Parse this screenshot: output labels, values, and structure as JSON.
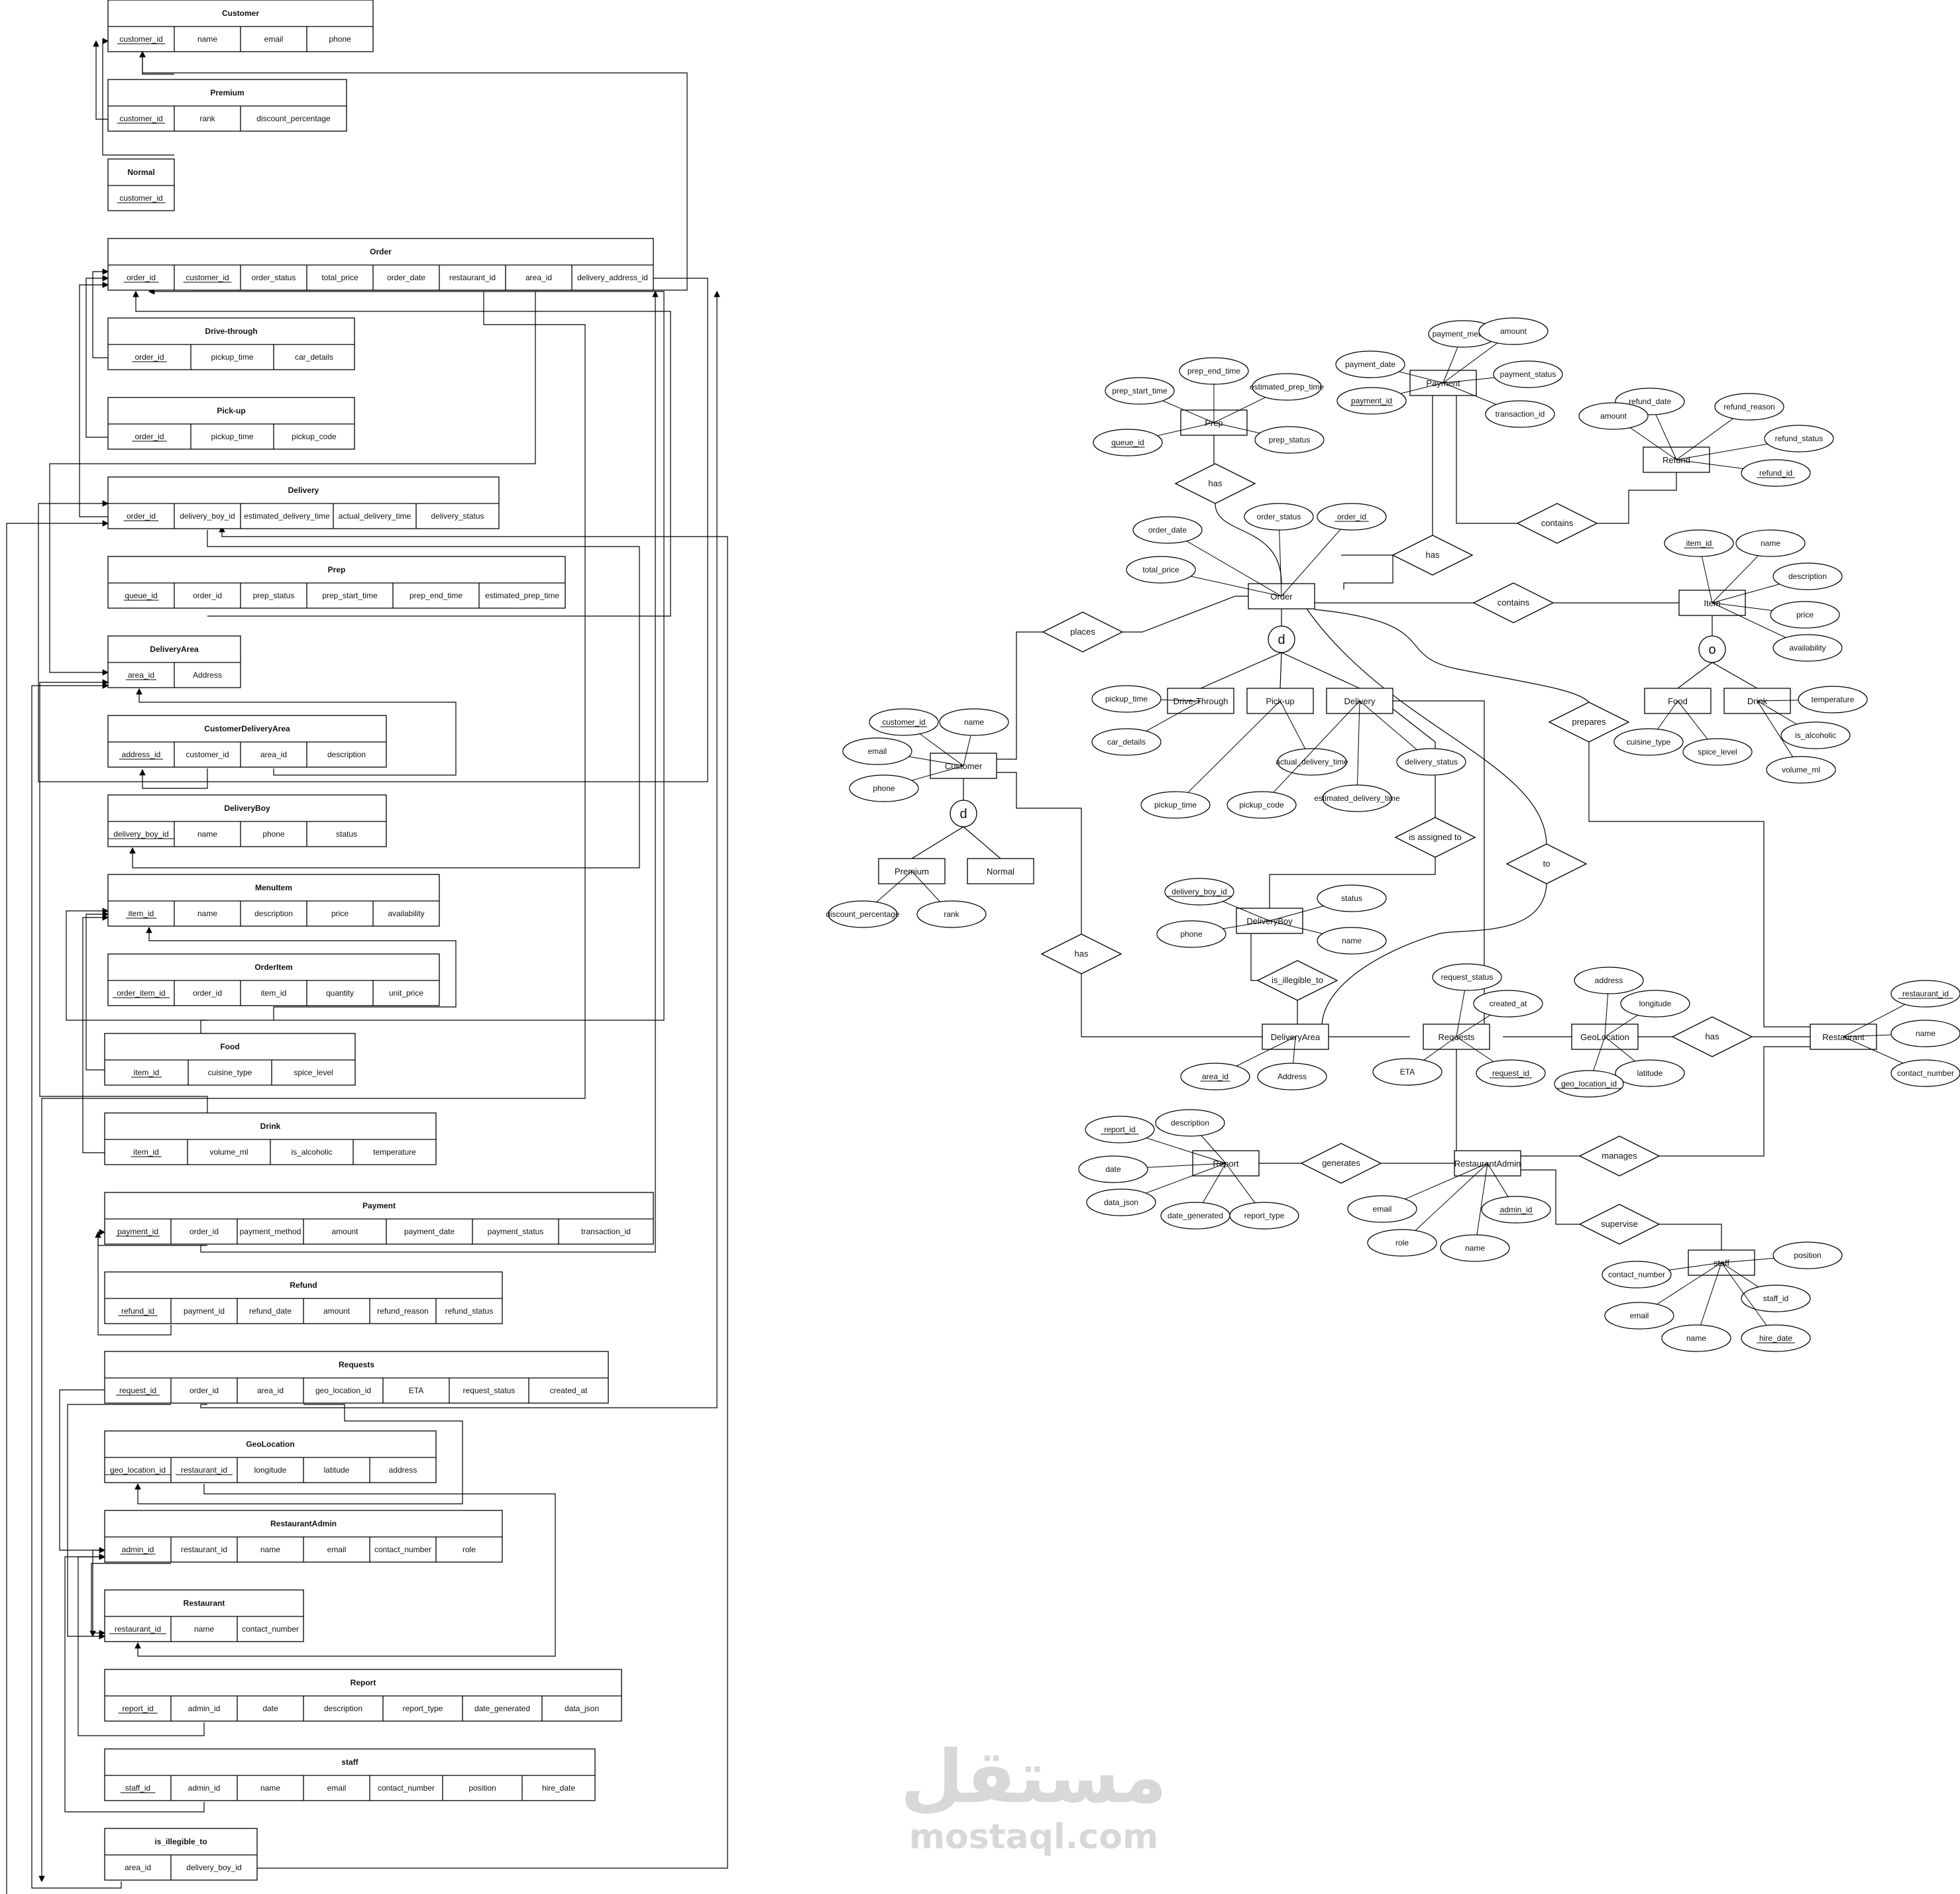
{
  "relational_tables": [
    {
      "name": "Customer",
      "columns": [
        {
          "label": "customer_id",
          "pk": true
        },
        {
          "label": "name"
        },
        {
          "label": "email"
        },
        {
          "label": "phone"
        }
      ]
    },
    {
      "name": "Premium",
      "columns": [
        {
          "label": "customer_id",
          "pk": true
        },
        {
          "label": "rank"
        },
        {
          "label": "discount_percentage"
        }
      ]
    },
    {
      "name": "Normal",
      "columns": [
        {
          "label": "customer_id",
          "pk": true
        }
      ]
    },
    {
      "name": "Order",
      "columns": [
        {
          "label": "order_id",
          "pk": true
        },
        {
          "label": "customer_id",
          "pk": true
        },
        {
          "label": "order_status"
        },
        {
          "label": "total_price"
        },
        {
          "label": "order_date"
        },
        {
          "label": "restaurant_id"
        },
        {
          "label": "area_id"
        },
        {
          "label": "delivery_address_id"
        }
      ]
    },
    {
      "name": "Drive-through",
      "columns": [
        {
          "label": "order_id",
          "pk": true
        },
        {
          "label": "pickup_time"
        },
        {
          "label": "car_details"
        }
      ]
    },
    {
      "name": "Pick-up",
      "columns": [
        {
          "label": "order_id",
          "pk": true
        },
        {
          "label": "pickup_time"
        },
        {
          "label": "pickup_code"
        }
      ]
    },
    {
      "name": "Delivery",
      "columns": [
        {
          "label": "order_id",
          "pk": true
        },
        {
          "label": "delivery_boy_id"
        },
        {
          "label": "estimated_delivery_time"
        },
        {
          "label": "actual_delivery_time"
        },
        {
          "label": "delivery_status"
        }
      ]
    },
    {
      "name": "Prep",
      "columns": [
        {
          "label": "queue_id",
          "pk": true
        },
        {
          "label": "order_id"
        },
        {
          "label": "prep_status"
        },
        {
          "label": "prep_start_time"
        },
        {
          "label": "prep_end_time"
        },
        {
          "label": "estimated_prep_time"
        }
      ]
    },
    {
      "name": "DeliveryArea",
      "columns": [
        {
          "label": "area_id",
          "pk": true
        },
        {
          "label": "Address"
        }
      ]
    },
    {
      "name": "CustomerDeliveryArea",
      "columns": [
        {
          "label": "address_id",
          "pk": true
        },
        {
          "label": "customer_id"
        },
        {
          "label": "area_id"
        },
        {
          "label": "description"
        }
      ]
    },
    {
      "name": "DeliveryBoy",
      "columns": [
        {
          "label": "delivery_boy_id",
          "pk": true
        },
        {
          "label": "name"
        },
        {
          "label": "phone"
        },
        {
          "label": "status"
        }
      ]
    },
    {
      "name": "MenuItem",
      "columns": [
        {
          "label": "item_id",
          "pk": true
        },
        {
          "label": "name"
        },
        {
          "label": "description"
        },
        {
          "label": "price"
        },
        {
          "label": "availability"
        }
      ]
    },
    {
      "name": "OrderItem",
      "columns": [
        {
          "label": "order_item_id",
          "pk": true
        },
        {
          "label": "order_id"
        },
        {
          "label": "item_id"
        },
        {
          "label": "quantity"
        },
        {
          "label": "unit_price"
        }
      ]
    },
    {
      "name": "Food",
      "columns": [
        {
          "label": "item_id",
          "pk": true
        },
        {
          "label": "cuisine_type"
        },
        {
          "label": "spice_level"
        }
      ]
    },
    {
      "name": "Drink",
      "columns": [
        {
          "label": "item_id",
          "pk": true
        },
        {
          "label": "volume_ml"
        },
        {
          "label": "is_alcoholic"
        },
        {
          "label": "temperature"
        }
      ]
    },
    {
      "name": "Payment",
      "columns": [
        {
          "label": "payment_id",
          "pk": true
        },
        {
          "label": "order_id"
        },
        {
          "label": "payment_method"
        },
        {
          "label": "amount"
        },
        {
          "label": "payment_date"
        },
        {
          "label": "payment_status"
        },
        {
          "label": "transaction_id"
        }
      ]
    },
    {
      "name": "Refund",
      "columns": [
        {
          "label": "refund_id",
          "pk": true
        },
        {
          "label": "payment_id"
        },
        {
          "label": "refund_date"
        },
        {
          "label": "amount"
        },
        {
          "label": "refund_reason"
        },
        {
          "label": "refund_status"
        }
      ]
    },
    {
      "name": "Requests",
      "columns": [
        {
          "label": "request_id",
          "pk": true
        },
        {
          "label": "order_id"
        },
        {
          "label": "area_id"
        },
        {
          "label": "geo_location_id"
        },
        {
          "label": "ETA"
        },
        {
          "label": "request_status"
        },
        {
          "label": "created_at"
        }
      ]
    },
    {
      "name": "GeoLocation",
      "columns": [
        {
          "label": "geo_location_id",
          "pk": true
        },
        {
          "label": "restaurant_id",
          "pk": true
        },
        {
          "label": "longitude"
        },
        {
          "label": "latitude"
        },
        {
          "label": "address"
        }
      ]
    },
    {
      "name": "RestaurantAdmin",
      "columns": [
        {
          "label": "admin_id",
          "pk": true
        },
        {
          "label": "restaurant_id"
        },
        {
          "label": "name"
        },
        {
          "label": "email"
        },
        {
          "label": "contact_number"
        },
        {
          "label": "role"
        }
      ]
    },
    {
      "name": "Restaurant",
      "columns": [
        {
          "label": "restaurant_id",
          "pk": true
        },
        {
          "label": "name"
        },
        {
          "label": "contact_number"
        }
      ]
    },
    {
      "name": "Report",
      "columns": [
        {
          "label": "report_id",
          "pk": true
        },
        {
          "label": "admin_id"
        },
        {
          "label": "date"
        },
        {
          "label": "description"
        },
        {
          "label": "report_type"
        },
        {
          "label": "date_generated"
        },
        {
          "label": "data_json"
        }
      ]
    },
    {
      "name": "staff",
      "columns": [
        {
          "label": "staff_id",
          "pk": true
        },
        {
          "label": "admin_id"
        },
        {
          "label": "name"
        },
        {
          "label": "email"
        },
        {
          "label": "contact_number"
        },
        {
          "label": "position"
        },
        {
          "label": "hire_date"
        }
      ]
    },
    {
      "name": "is_illegible_to",
      "columns": [
        {
          "label": "area_id"
        },
        {
          "label": "delivery_boy_id"
        }
      ]
    }
  ],
  "er_entities": [
    "Prep",
    "Payment",
    "Refund",
    "Order",
    "Item",
    "Drive-Through",
    "Pick-up",
    "Delivery",
    "Food",
    "Drink",
    "Customer",
    "Premium",
    "Normal",
    "DeliveryBoy",
    "DeliveryArea",
    "Requests",
    "GeoLocation",
    "Restaurant",
    "Report",
    "RestaurantAdmin",
    "staff"
  ],
  "er_relationships": [
    "has",
    "has",
    "contains",
    "contains",
    "places",
    "prepares",
    "is assigned to",
    "to",
    "has",
    "is_illegible_to",
    "has",
    "generates",
    "manages",
    "supervise"
  ],
  "er_attributes": [
    "prep_start_time",
    "prep_end_time",
    "estimated_prep_time",
    "queue_id",
    "prep_status",
    "payment_method",
    "amount",
    "payment_date",
    "payment_status",
    "payment_id",
    "transaction_id",
    "refund_date",
    "refund_reason",
    "amount",
    "refund_status",
    "refund_id",
    "order_date",
    "order_status",
    "order_id",
    "total_price",
    "item_id",
    "name",
    "description",
    "price",
    "availability",
    "pickup_time",
    "car_details",
    "actual_delivery_time",
    "delivery_status",
    "pickup_time",
    "pickup_code",
    "estimated_delivery_time",
    "temperature",
    "is_alcoholic",
    "cuisine_type",
    "spice_level",
    "volume_ml",
    "customer_id",
    "name",
    "email",
    "phone",
    "discount_percentage",
    "rank",
    "delivery_boy_id",
    "status",
    "phone",
    "name",
    "area_id",
    "Address",
    "request_status",
    "created_at",
    "ETA",
    "request_id",
    "address",
    "longitude",
    "latitude",
    "geo_location_id",
    "restaurant_id",
    "name",
    "contact_number",
    "report_id",
    "description",
    "date",
    "data_json",
    "date_generated",
    "report_type",
    "email",
    "role",
    "name",
    "admin_id",
    "position",
    "contact_number",
    "email",
    "name",
    "staff_id",
    "hire_date"
  ],
  "disjoint_symbols": [
    "d",
    "d",
    "o"
  ],
  "watermark": {
    "arabic": "مستقل",
    "latin": "mostaql.com"
  }
}
